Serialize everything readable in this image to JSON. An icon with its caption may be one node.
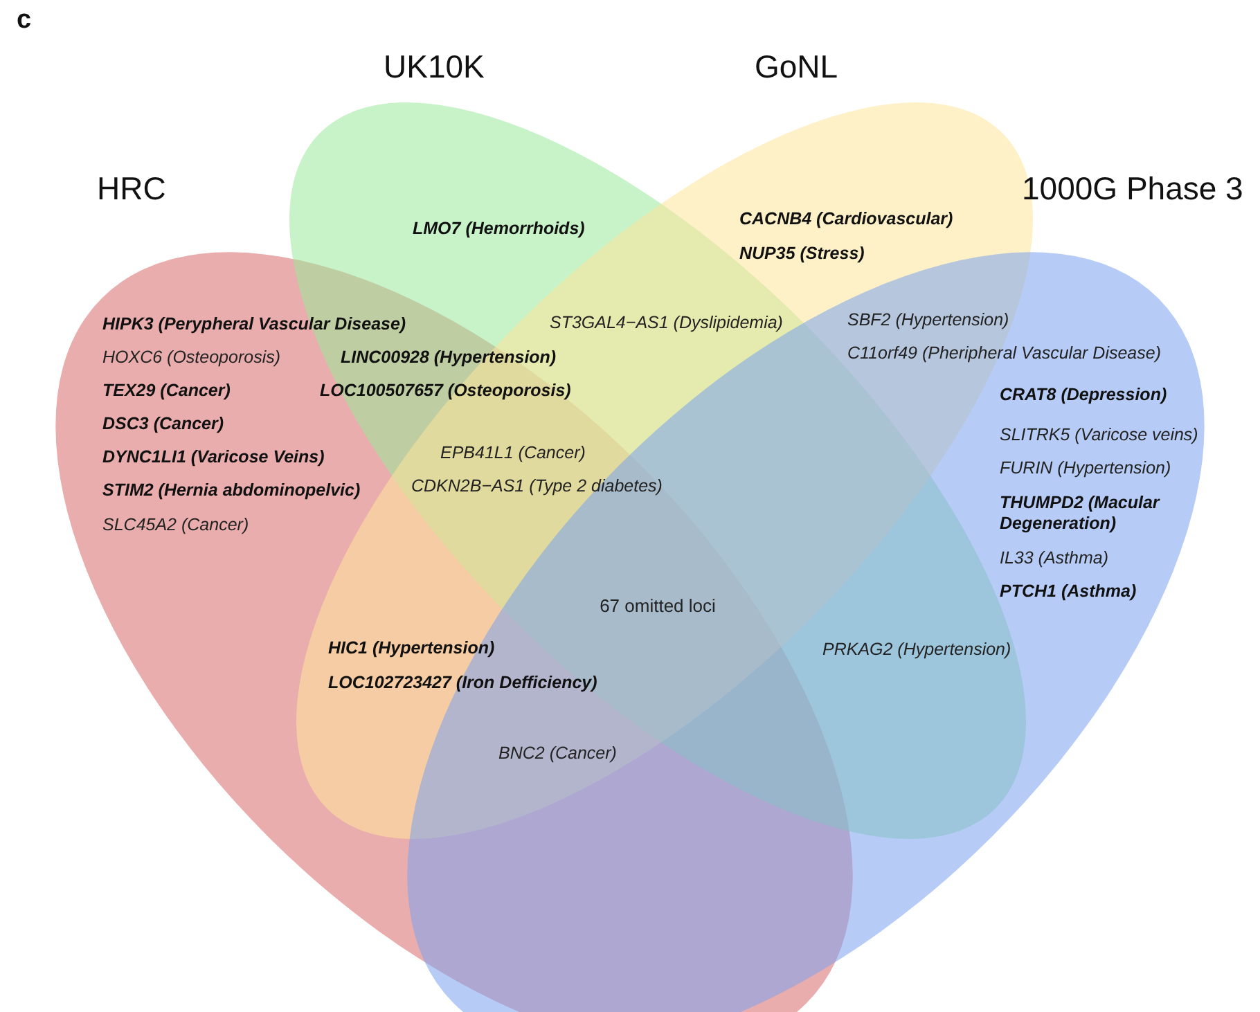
{
  "diagram": {
    "nodes": [
      {
        "text": [
          "HRC"
        ]
      },
      {
        "text": [
          "UK10K"
        ]
      },
      {
        "text": [
          "GoNL"
        ]
      },
      {
        "text": [
          "1000G Phase 3"
        ]
      }
    ],
    "labels": [
      "c",
      "LMO7 (Hemorrhoids)",
      "CACNB4 (Cardiovascular)",
      "NUP35 (Stress)",
      "HIPK3 (Perypheral Vascular Disease)",
      "ST3GAL4−AS1 (Dyslipidemia)",
      "SBF2 (Hypertension)",
      "HOXC6 (Osteoporosis)",
      "LINC00928 (Hypertension)",
      "C11orf49 (Pheripheral Vascular Disease)",
      "TEX29 (Cancer)",
      "LOC100507657 (Osteoporosis)",
      "CRAT8 (Depression)",
      "DSC3 (Cancer)",
      "SLITRK5 (Varicose veins)",
      "DYNC1LI1 (Varicose Veins)",
      "EPB41L1 (Cancer)",
      "FURIN (Hypertension)",
      "STIM2 (Hernia abdominopelvic)",
      "CDKN2B−AS1 (Type 2 diabetes)",
      "THUMPD2 (Macular Degeneration)",
      "SLC45A2 (Cancer)",
      "IL33 (Asthma)",
      "PTCH1 (Asthma)",
      "67 omitted loci",
      "HIC1 (Hypertension)",
      "PRKAG2 (Hypertension)",
      "LOC102723427 (Iron Defficiency)",
      "BNC2 (Cancer)"
    ]
  }
}
